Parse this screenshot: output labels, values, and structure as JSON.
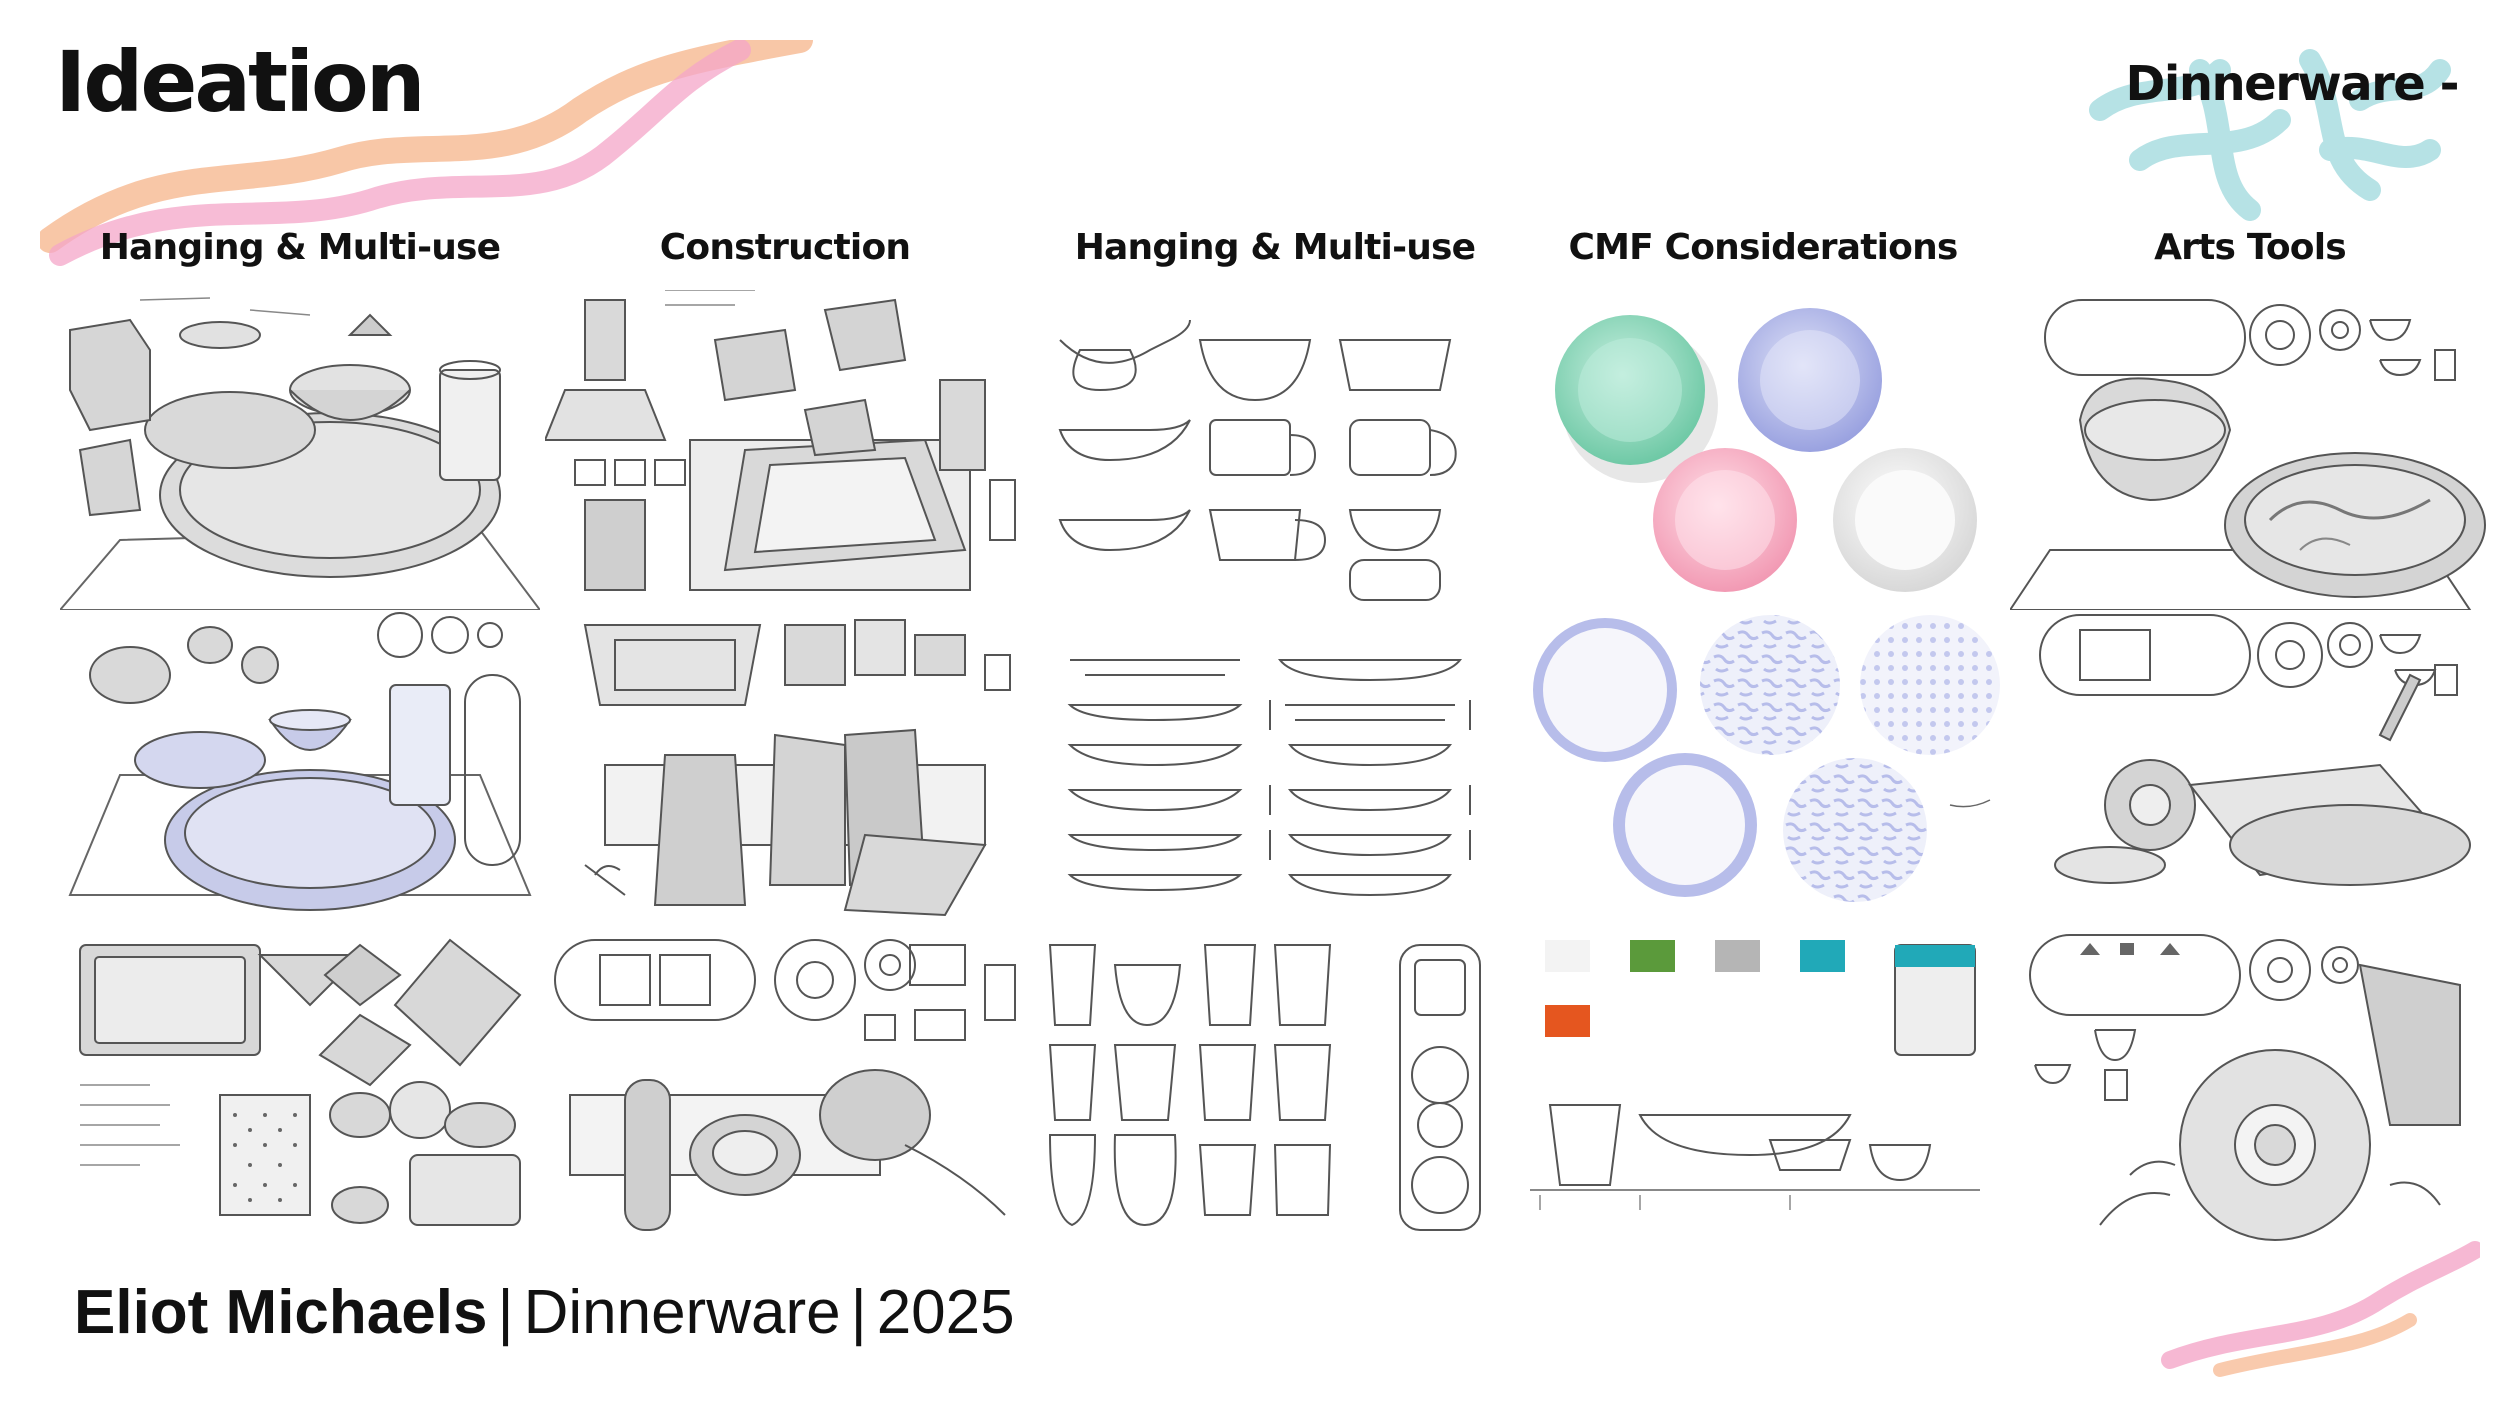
{
  "header": {
    "title": "Ideation",
    "subject": "Dinnerware -"
  },
  "columns": [
    {
      "label": "Hanging & Multi-use"
    },
    {
      "label": "Construction"
    },
    {
      "label": "Hanging & Multi-use"
    },
    {
      "label": "CMF Considerations"
    },
    {
      "label": "Arts Tools"
    }
  ],
  "footer": {
    "name": "Eliot Michaels",
    "project": "Dinnerware",
    "year": "2025"
  },
  "colors": {
    "pink_brush": "#f4a6c8",
    "orange_brush": "#f6b48a",
    "teal_brush": "#9ed8dc",
    "plate_mint": "#93d9bf",
    "plate_lavender": "#b7bdea",
    "plate_pink": "#f6b6c8",
    "plate_white": "#f3f3f3",
    "sketch_line": "#555555",
    "sketch_fill": "#d9d9d9",
    "sketch_blue": "#c7cbe9"
  }
}
